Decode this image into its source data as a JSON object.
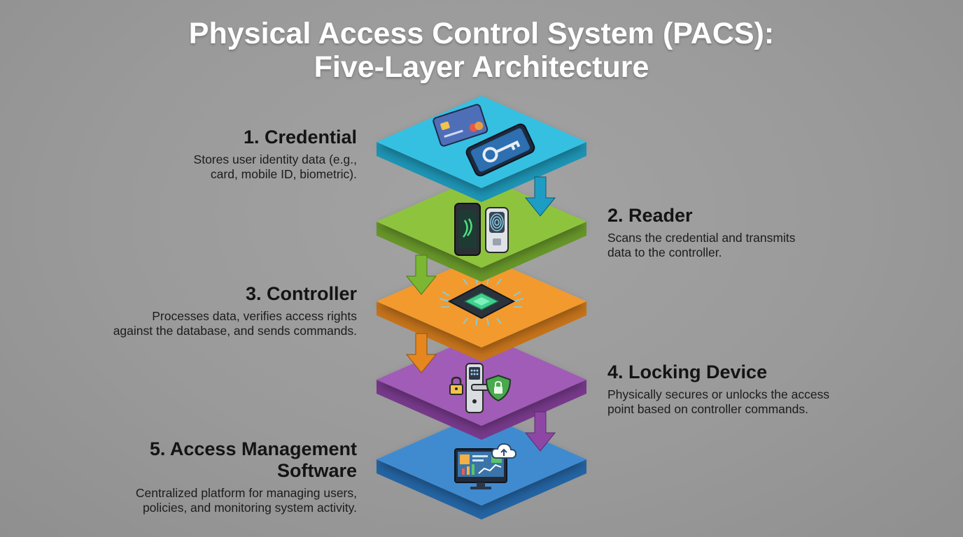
{
  "title": {
    "line1": "Physical Access Control System (PACS):",
    "line2": "Five-Layer Architecture"
  },
  "layers": [
    {
      "heading": "1. Credential",
      "description_lines": [
        "Stores user identity data (e.g.,",
        "card, mobile ID, biometric)."
      ],
      "color": "#35c0e2",
      "color_dark": "#1d94b4",
      "icons": [
        "credit-card-icon",
        "smartphone-key-icon"
      ]
    },
    {
      "heading": "2. Reader",
      "description_lines": [
        "Scans the credential and transmits",
        "data to the controller."
      ],
      "color": "#8ec43e",
      "color_dark": "#679629",
      "icons": [
        "nfc-reader-icon",
        "fingerprint-reader-icon"
      ]
    },
    {
      "heading": "3. Controller",
      "description_lines": [
        "Processes data, verifies access rights",
        "against the database, and sends commands."
      ],
      "color": "#f29a2e",
      "color_dark": "#c5731b",
      "icons": [
        "microchip-icon"
      ]
    },
    {
      "heading": "4. Locking Device",
      "description_lines": [
        "Physically secures or unlocks the access",
        "point based on controller commands."
      ],
      "color": "#a05bb6",
      "color_dark": "#77398b",
      "icons": [
        "padlock-icon",
        "smart-lock-icon",
        "shield-check-icon"
      ]
    },
    {
      "heading_lines": [
        "5. Access Management",
        "Software"
      ],
      "description_lines": [
        "Centralized platform for managing users,",
        "policies, and monitoring system activity."
      ],
      "color": "#3f8bd0",
      "color_dark": "#2464a3",
      "icons": [
        "monitor-dashboard-icon",
        "cloud-icon"
      ]
    }
  ],
  "arrow_colors": [
    "#1d9dc4",
    "#7cb733",
    "#e5861f",
    "#8e46a5"
  ]
}
